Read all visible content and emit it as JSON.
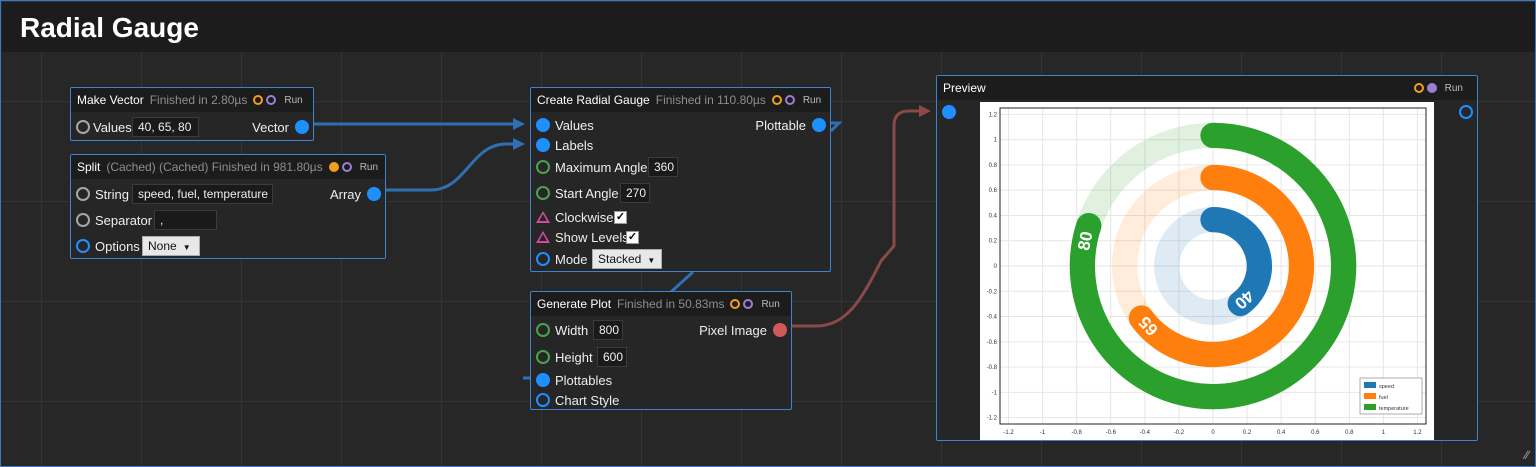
{
  "app": {
    "title": "Radial Gauge"
  },
  "nodes": {
    "make_vector": {
      "title": "Make Vector",
      "status": "Finished in 2.80µs",
      "run_label": "Run",
      "inputs": {
        "values_label": "Values",
        "values_value": "40, 65, 80"
      },
      "outputs": {
        "vector_label": "Vector"
      }
    },
    "split": {
      "title": "Split",
      "status": "(Cached) (Cached) Finished in 981.80µs",
      "run_label": "Run",
      "inputs": {
        "string_label": "String",
        "string_value": "speed, fuel, temperature",
        "separator_label": "Separator",
        "separator_value": ",",
        "options_label": "Options",
        "options_value": "None"
      },
      "outputs": {
        "array_label": "Array"
      }
    },
    "create_radial_gauge": {
      "title": "Create Radial Gauge",
      "status": "Finished in 110.80µs",
      "run_label": "Run",
      "inputs": {
        "values_label": "Values",
        "labels_label": "Labels",
        "max_angle_label": "Maximum Angle",
        "max_angle_value": "360",
        "start_angle_label": "Start Angle",
        "start_angle_value": "270",
        "clockwise_label": "Clockwise",
        "clockwise_checked": true,
        "show_levels_label": "Show Levels",
        "show_levels_checked": true,
        "mode_label": "Mode",
        "mode_value": "Stacked"
      },
      "outputs": {
        "plottable_label": "Plottable"
      }
    },
    "generate_plot": {
      "title": "Generate Plot",
      "status": "Finished in 50.83ms",
      "run_label": "Run",
      "inputs": {
        "width_label": "Width",
        "width_value": "800",
        "height_label": "Height",
        "height_value": "600",
        "plottables_label": "Plottables",
        "chart_style_label": "Chart Style"
      },
      "outputs": {
        "pixel_image_label": "Pixel Image"
      }
    },
    "preview": {
      "title": "Preview",
      "run_label": "Run"
    }
  },
  "chart_data": {
    "type": "radial-gauge",
    "categories": [
      "speed",
      "fuel",
      "temperature"
    ],
    "values": [
      40,
      65,
      80
    ],
    "value_labels": [
      "40",
      "65",
      "80"
    ],
    "colors": [
      "#1f77b4",
      "#ff7f0e",
      "#2ca02c"
    ],
    "start_angle": 270,
    "maximum_angle": 360,
    "clockwise": true,
    "mode": "Stacked",
    "xlim": [
      -1.25,
      1.25
    ],
    "ylim": [
      -1.25,
      1.25
    ],
    "x_ticks": [
      "-1.2",
      "-1",
      "-0.8",
      "-0.6",
      "-0.4",
      "-0.2",
      "0",
      "0.2",
      "0.4",
      "0.6",
      "0.8",
      "1",
      "1.2"
    ],
    "y_ticks": [
      "1.2",
      "1",
      "0.8",
      "0.6",
      "0.4",
      "0.2",
      "0",
      "-0.2",
      "-0.4",
      "-0.6",
      "-0.8",
      "-1",
      "-1.2"
    ],
    "grid": true,
    "legend_position": "bottom-right"
  },
  "colors": {
    "node_border": "#3d83d0",
    "wire_blue": "#2f6fb3",
    "wire_red": "#8a4a4a",
    "port_blue": "#1e8fff",
    "port_green": "#4aa34a",
    "port_red": "#d05a5a",
    "port_magenta": "#d24c9c"
  }
}
